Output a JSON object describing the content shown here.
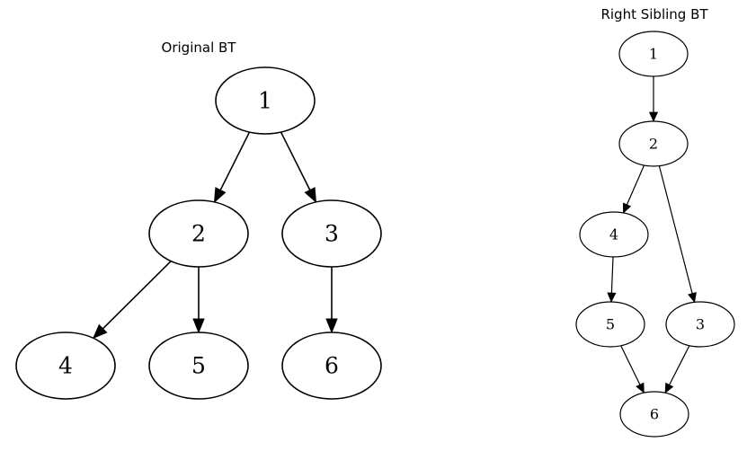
{
  "diagrams": [
    {
      "id": "original",
      "title": "Original BT",
      "nodes": [
        {
          "id": "n1",
          "label": "1"
        },
        {
          "id": "n2",
          "label": "2"
        },
        {
          "id": "n3",
          "label": "3"
        },
        {
          "id": "n4",
          "label": "4"
        },
        {
          "id": "n5",
          "label": "5"
        },
        {
          "id": "n6",
          "label": "6"
        }
      ],
      "edges": [
        {
          "from": "n1",
          "to": "n2"
        },
        {
          "from": "n1",
          "to": "n3"
        },
        {
          "from": "n2",
          "to": "n4"
        },
        {
          "from": "n2",
          "to": "n5"
        },
        {
          "from": "n3",
          "to": "n6"
        }
      ]
    },
    {
      "id": "right_sibling",
      "title": "Right Sibling BT",
      "nodes": [
        {
          "id": "n1",
          "label": "1"
        },
        {
          "id": "n2",
          "label": "2"
        },
        {
          "id": "n4",
          "label": "4"
        },
        {
          "id": "n5",
          "label": "5"
        },
        {
          "id": "n3",
          "label": "3"
        },
        {
          "id": "n6",
          "label": "6"
        }
      ],
      "edges": [
        {
          "from": "n1",
          "to": "n2"
        },
        {
          "from": "n2",
          "to": "n4"
        },
        {
          "from": "n2",
          "to": "n3"
        },
        {
          "from": "n4",
          "to": "n5"
        },
        {
          "from": "n5",
          "to": "n6"
        },
        {
          "from": "n3",
          "to": "n6"
        }
      ]
    }
  ]
}
